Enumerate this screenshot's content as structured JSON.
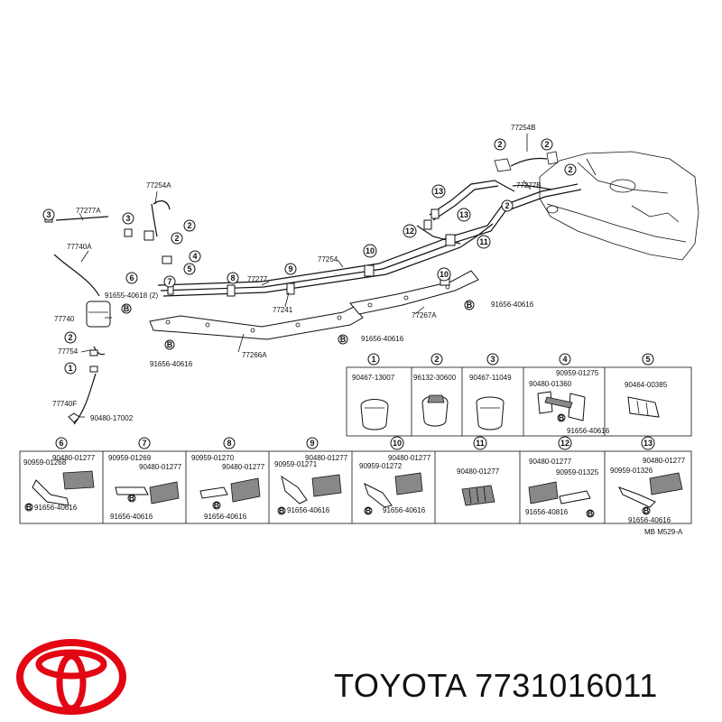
{
  "callouts": {
    "c1": "1",
    "c2": "2",
    "c3": "3",
    "c4": "4",
    "c5": "5",
    "c6": "6",
    "c7": "7",
    "c8": "8",
    "c9": "9",
    "c10": "10",
    "c11": "11",
    "c12": "12",
    "c13": "13",
    "bolt": "B"
  },
  "labels": {
    "p77254B": "77254B",
    "p77254A": "77254A",
    "p77277A": "77277A",
    "p77277B": "77277B",
    "p77740A": "77740A",
    "p77740": "77740",
    "p77754": "77754",
    "p77740F": "77740F",
    "p77277": "77277",
    "p77254": "77254",
    "p77241": "77241",
    "p77267A": "77267A",
    "p77266A": "77266A",
    "b91655_40618": "91655-40618 (2)",
    "b91656_40616_a": "91656-40616",
    "b91656_40616_b": "91656-40616",
    "b91656_40616_c": "91656-40616",
    "g90480_17002": "90480-17002"
  },
  "table_top": [
    {
      "num": "1",
      "parts": [
        "90467-13007"
      ]
    },
    {
      "num": "2",
      "parts": [
        "96132-30600"
      ]
    },
    {
      "num": "3",
      "parts": [
        "90467-11049"
      ]
    },
    {
      "num": "4",
      "parts": [
        "90959-01275",
        "90480-01360",
        "91656-40616"
      ]
    },
    {
      "num": "5",
      "parts": [
        "90464-00385"
      ]
    }
  ],
  "table_bottom": [
    {
      "num": "6",
      "parts": [
        "90480-01277",
        "90959-01268",
        "91656-40616"
      ]
    },
    {
      "num": "7",
      "parts": [
        "90959-01269",
        "90480-01277",
        "91656-40616"
      ]
    },
    {
      "num": "8",
      "parts": [
        "90959-01270",
        "90480-01277",
        "91656-40616"
      ]
    },
    {
      "num": "9",
      "parts": [
        "90480-01277",
        "90959-01271",
        "91656-40616"
      ]
    },
    {
      "num": "10",
      "parts": [
        "90480-01277",
        "90959-01272",
        "91656-40616"
      ]
    },
    {
      "num": "11",
      "parts": [
        "90480-01277"
      ]
    },
    {
      "num": "12",
      "parts": [
        "90480-01277",
        "90959-01325",
        "91656-40816"
      ]
    },
    {
      "num": "13",
      "parts": [
        "90959-01326",
        "90480-01277",
        "91656-40616"
      ]
    }
  ],
  "figure_code": "MB  M529-A",
  "brand": {
    "name": "TOYOTA",
    "part_number": "7731016011",
    "logo_color": "#e30613"
  }
}
